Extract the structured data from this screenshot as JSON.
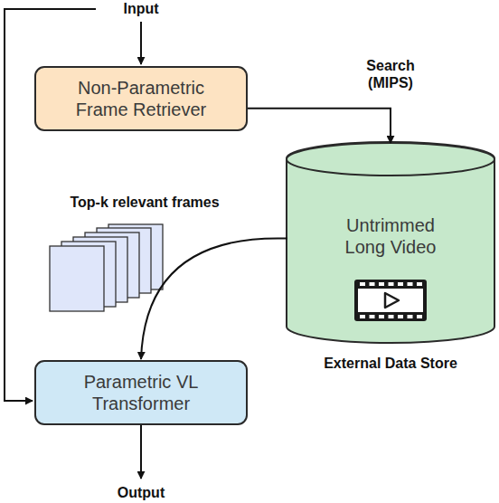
{
  "diagram": {
    "nodes": [
      {
        "text": [
          "Non-Parametric Frame Retriever"
        ]
      },
      {
        "text": [
          "Untrimmed Long Video",
          "External Data Store"
        ]
      },
      {
        "text": [
          "Parametric VL Transformer"
        ]
      }
    ],
    "edges": [
      {
        "from": 0,
        "to": 1,
        "label": "Search (MIPS)",
        "arrow": "to"
      },
      {
        "from": 1,
        "to": 2,
        "arrow": "to"
      }
    ],
    "labels": [
      "Input",
      "Top-k relevant frames",
      "Output"
    ]
  }
}
